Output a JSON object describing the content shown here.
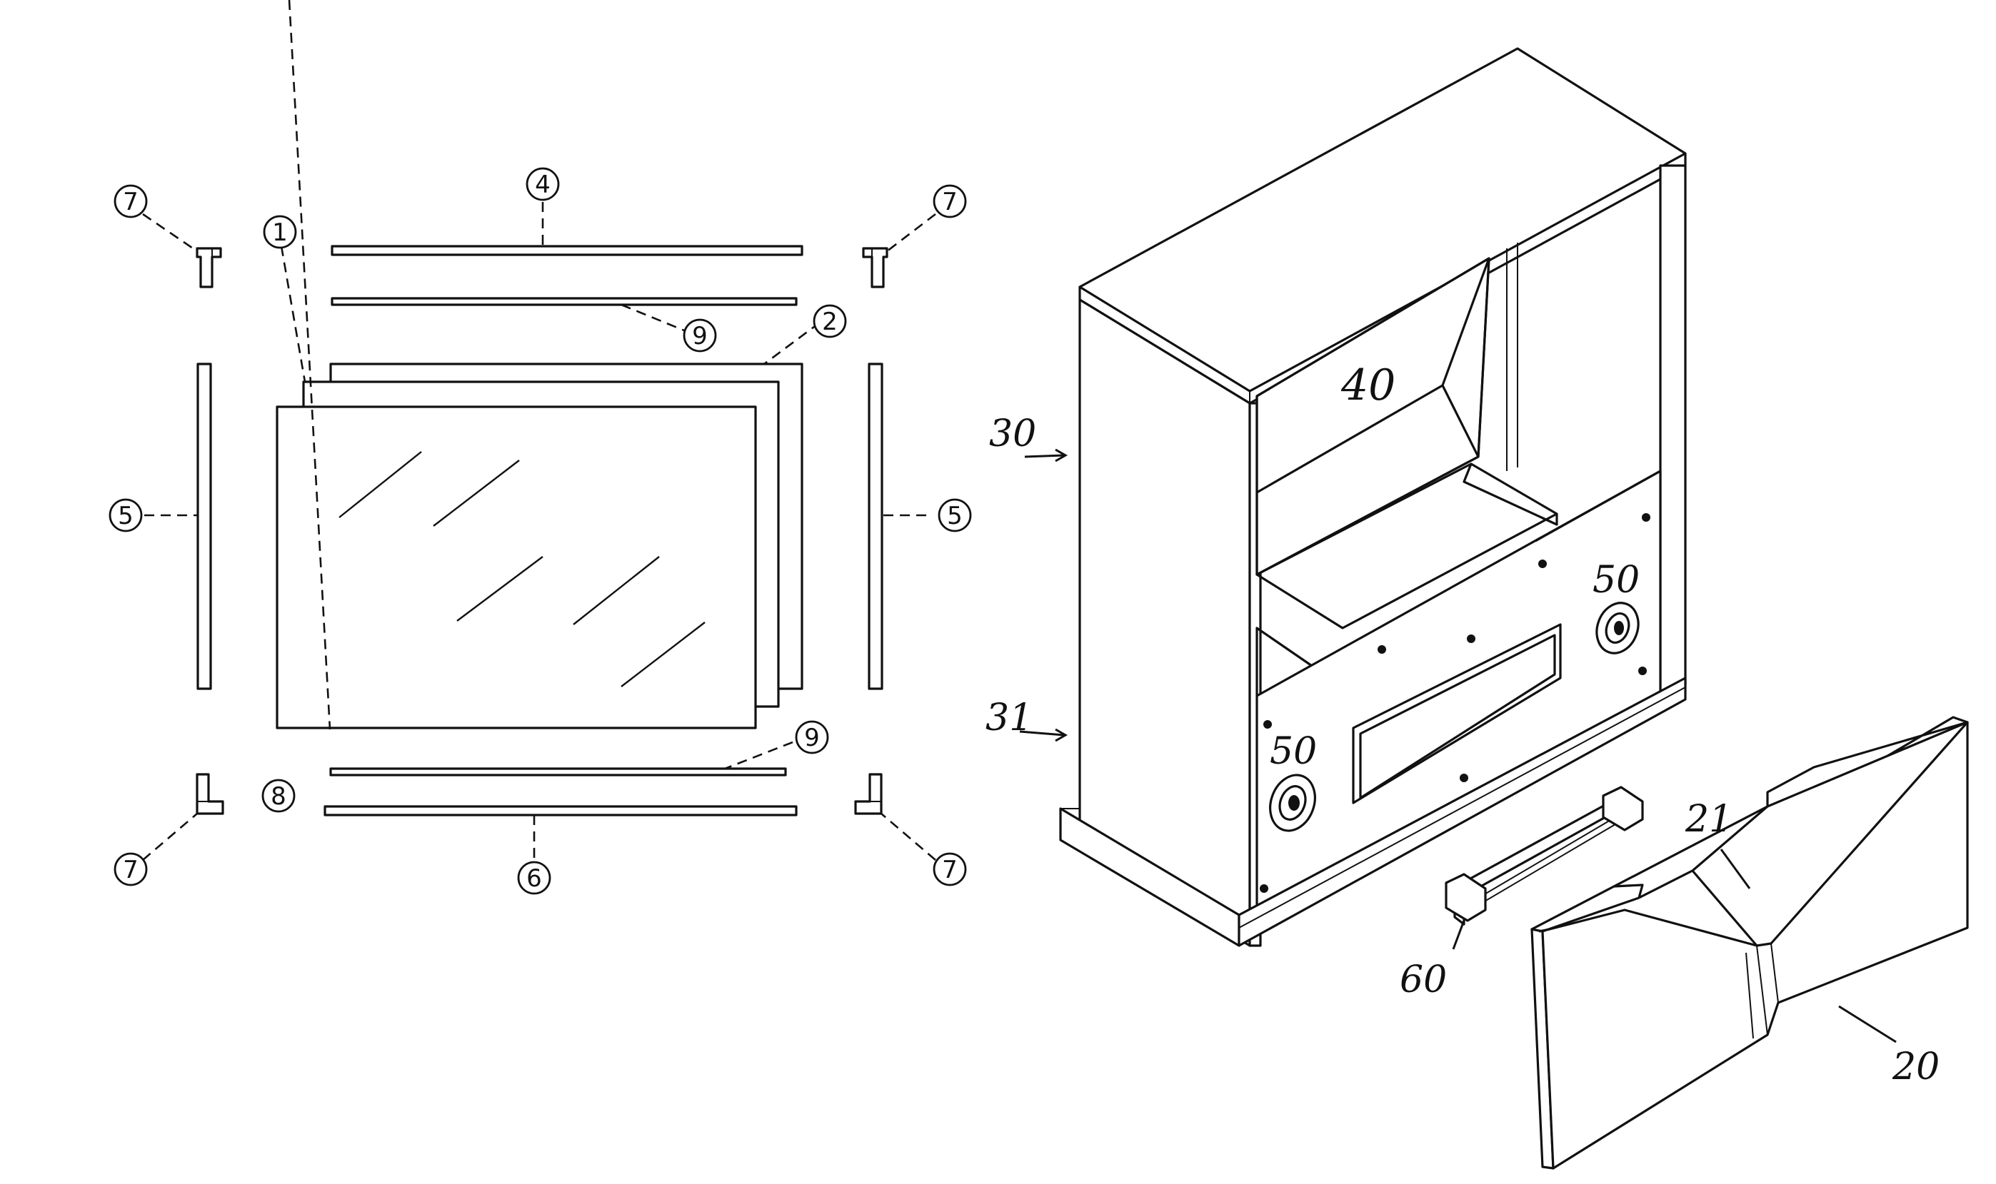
{
  "callouts": {
    "c1": "1",
    "c2": "2",
    "c4": "4",
    "c5": "5",
    "c6": "6",
    "c7": "7",
    "c8": "8",
    "c9": "9"
  },
  "labels": {
    "l20": "20",
    "l21": "21",
    "l30": "30",
    "l31": "31",
    "l40": "40",
    "l50": "50",
    "l60": "60"
  }
}
